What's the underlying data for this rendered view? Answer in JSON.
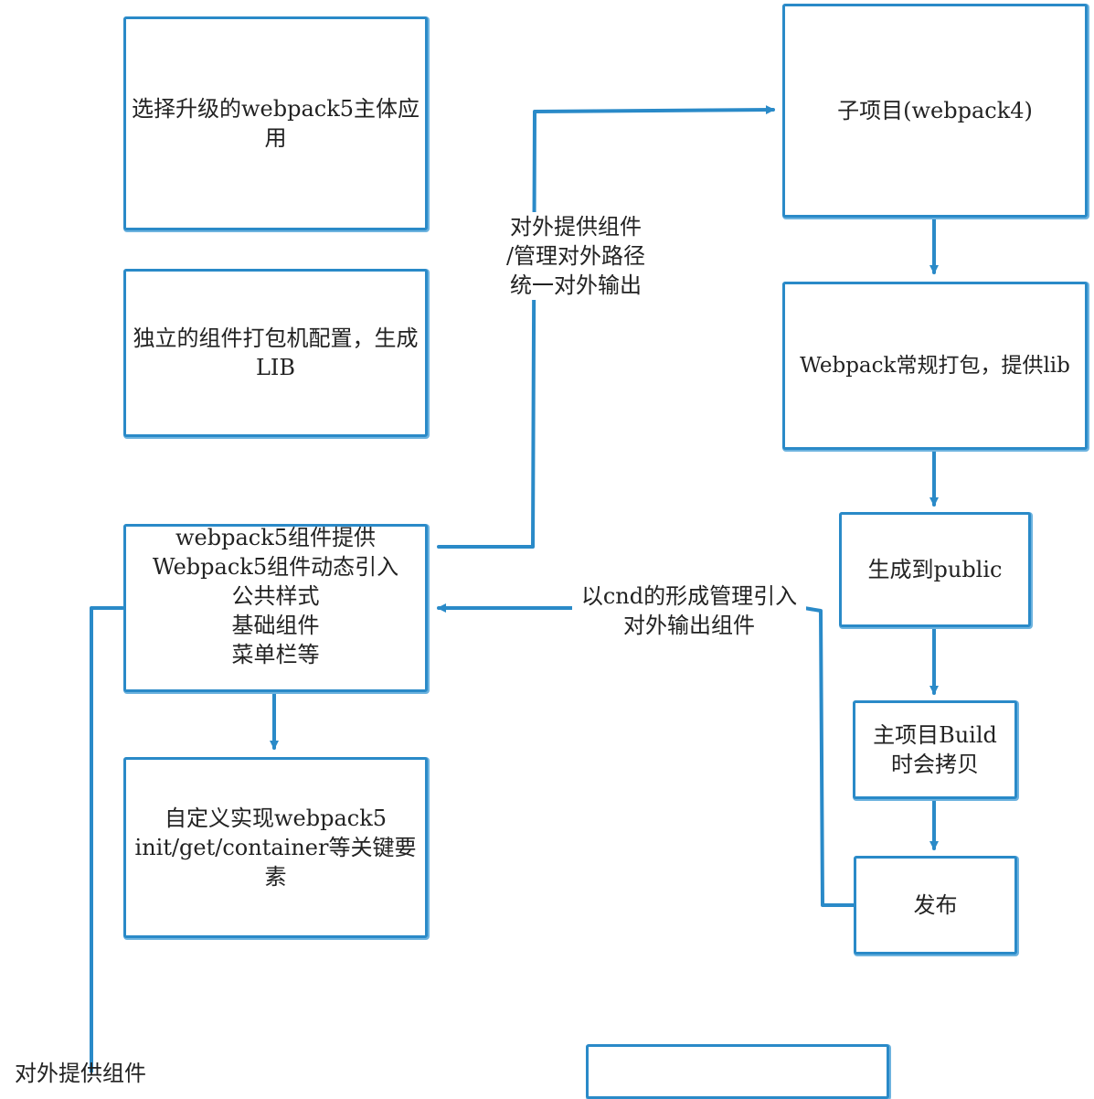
{
  "boxes": {
    "upgrade_main_app": "选择升级的webpack5主体应用",
    "component_packer": "独立的组件打包机配置，生成LIB",
    "webpack5_components": "webpack5组件提供\nWebpack5组件动态引入\n公共样式\n基础组件\n菜单栏等",
    "custom_impl": "自定义实现webpack5\ninit/get/container等关键要素",
    "sub_project": "子项目(webpack4)",
    "webpack_bundle": "Webpack常规打包，提供lib",
    "generate_public": "生成到public",
    "main_build_copy": "主项目Build\n时会拷贝",
    "publish": "发布",
    "bottom_box": ""
  },
  "edge_labels": {
    "external_provide": "对外提供组件\n/管理对外路径\n统一对外输出",
    "cdn_import": "以cnd的形成管理引入\n对外输出组件",
    "bottom_cutoff": "对外提供组件"
  },
  "colors": {
    "stroke": "#2a8ac8",
    "text": "#222222",
    "background": "#ffffff"
  }
}
